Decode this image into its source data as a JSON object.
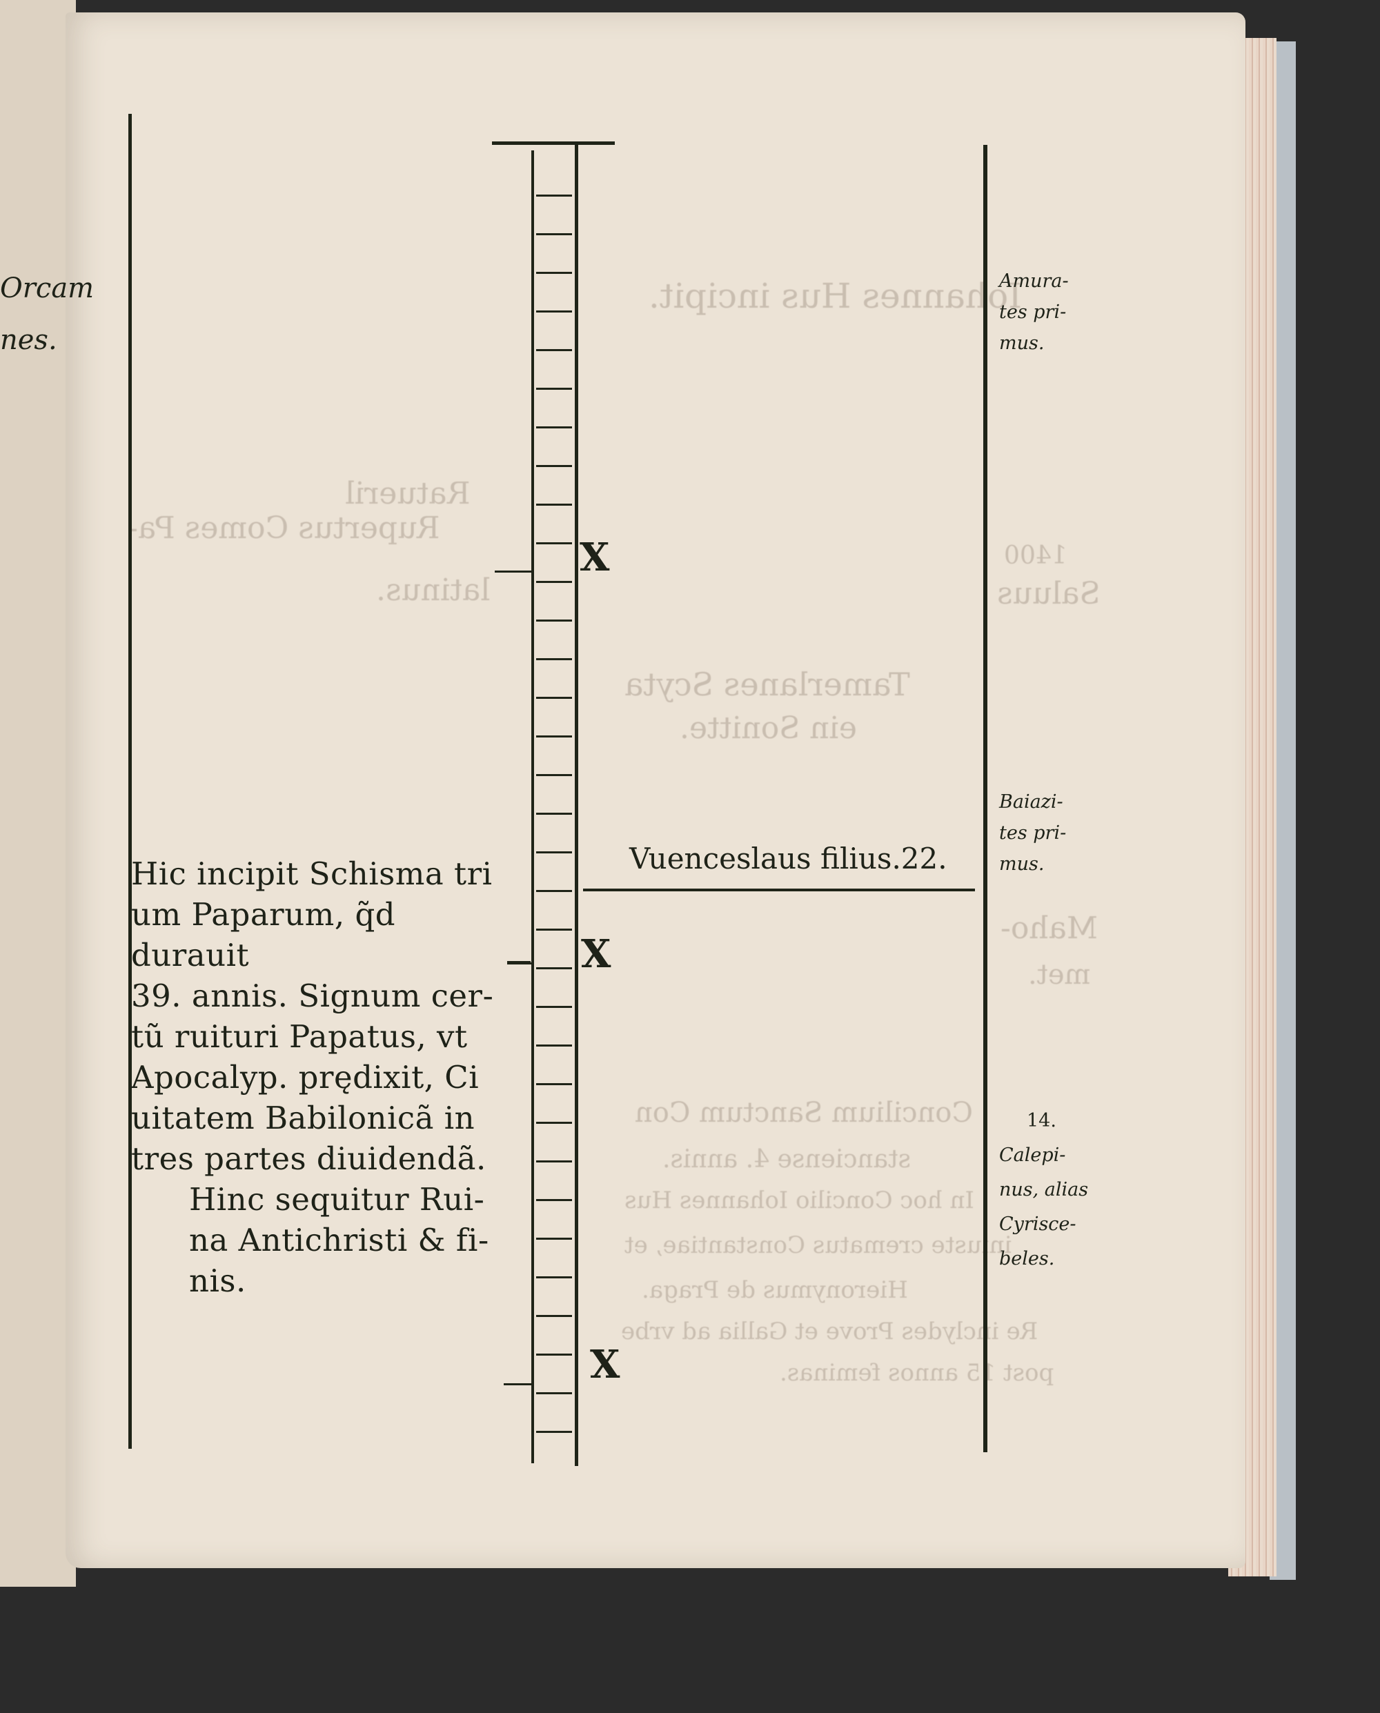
{
  "left_page_fragment": {
    "line1": "Orcam",
    "line2": "nes."
  },
  "center": {
    "xmarks": [
      "X",
      "X",
      "X"
    ],
    "vuenceslaus": "Vuenceslaus filius.22."
  },
  "left_text": {
    "lines": [
      "Hic incipit Schisma tri",
      "um Paparum, q̃d durauit",
      "39. annis. Signum cer-",
      "tũ ruituri Papatus, vt",
      "Apocalyp. prędixit, Ci",
      "uitatem Babilonicã in",
      "tres partes diuidendã."
    ],
    "indented_lines": [
      "Hinc sequitur Rui-",
      "na Antichristi & fi-",
      "nis."
    ]
  },
  "margin": {
    "note1": [
      "Amura-",
      "tes pri-",
      "mus."
    ],
    "note2": [
      "Baiazi-",
      "tes pri-",
      "mus."
    ],
    "note3": [
      "14.",
      "Calepi-",
      "nus, alias",
      "Cyrisce-",
      "beles."
    ]
  },
  "show_through": {
    "line1": "Iohannes Hus incipit.",
    "line2": "Ratueril",
    "line3": "Rupertus Comes Pa-",
    "line4": "latinus.",
    "line5": "1400",
    "line6": "Saluus",
    "line7": "Tamerlanes Scyta",
    "line8": "ein Sonitte.",
    "line9": "Maho-",
    "line10": "met.",
    "line11": "Concilium Sanctum Con",
    "line12": "stanciense 4. annis.",
    "line13": "In hoc Concilio Iohannes Hus",
    "line14": "iniuste crematus Constantiae, et",
    "line15": "Hieronymus de Praga.",
    "line16": "Re inclydes Prove et Gallia ad vrbe",
    "line17": "post 15 annos feminas."
  },
  "colors": {
    "paper": "#ece3d6",
    "ink": "#1e2218",
    "background": "#2b2b2b"
  }
}
